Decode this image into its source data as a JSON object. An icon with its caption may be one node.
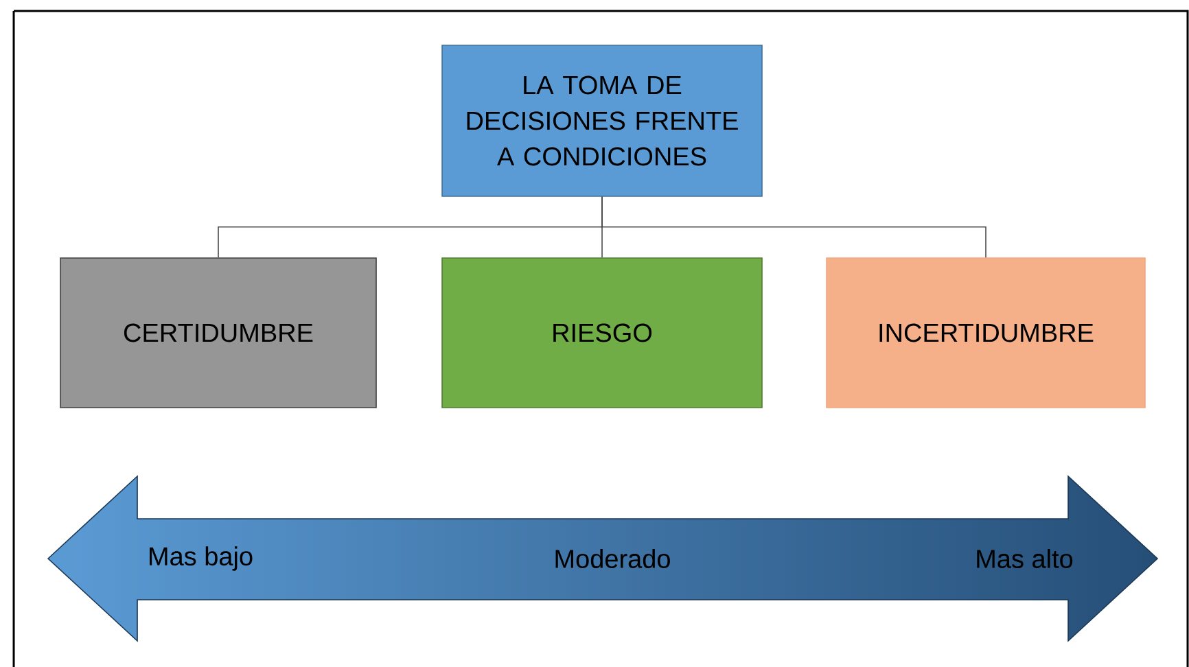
{
  "diagram": {
    "nodes": [
      {
        "text": [
          "LA TOMA DE DECISIONES FRENTE A CONDICIONES"
        ]
      },
      {
        "text": [
          "CERTIDUMBRE"
        ]
      },
      {
        "text": [
          "RIESGO"
        ]
      },
      {
        "text": [
          "INCERTIDUMBRE"
        ]
      },
      {
        "text": [
          "Mas bajo",
          "Moderado",
          "Mas alto"
        ]
      }
    ],
    "edges": [
      {
        "from": 0,
        "to": 1,
        "arrow": "none"
      },
      {
        "from": 0,
        "to": 2,
        "arrow": "none"
      },
      {
        "from": 0,
        "to": 3,
        "arrow": "none"
      }
    ]
  }
}
